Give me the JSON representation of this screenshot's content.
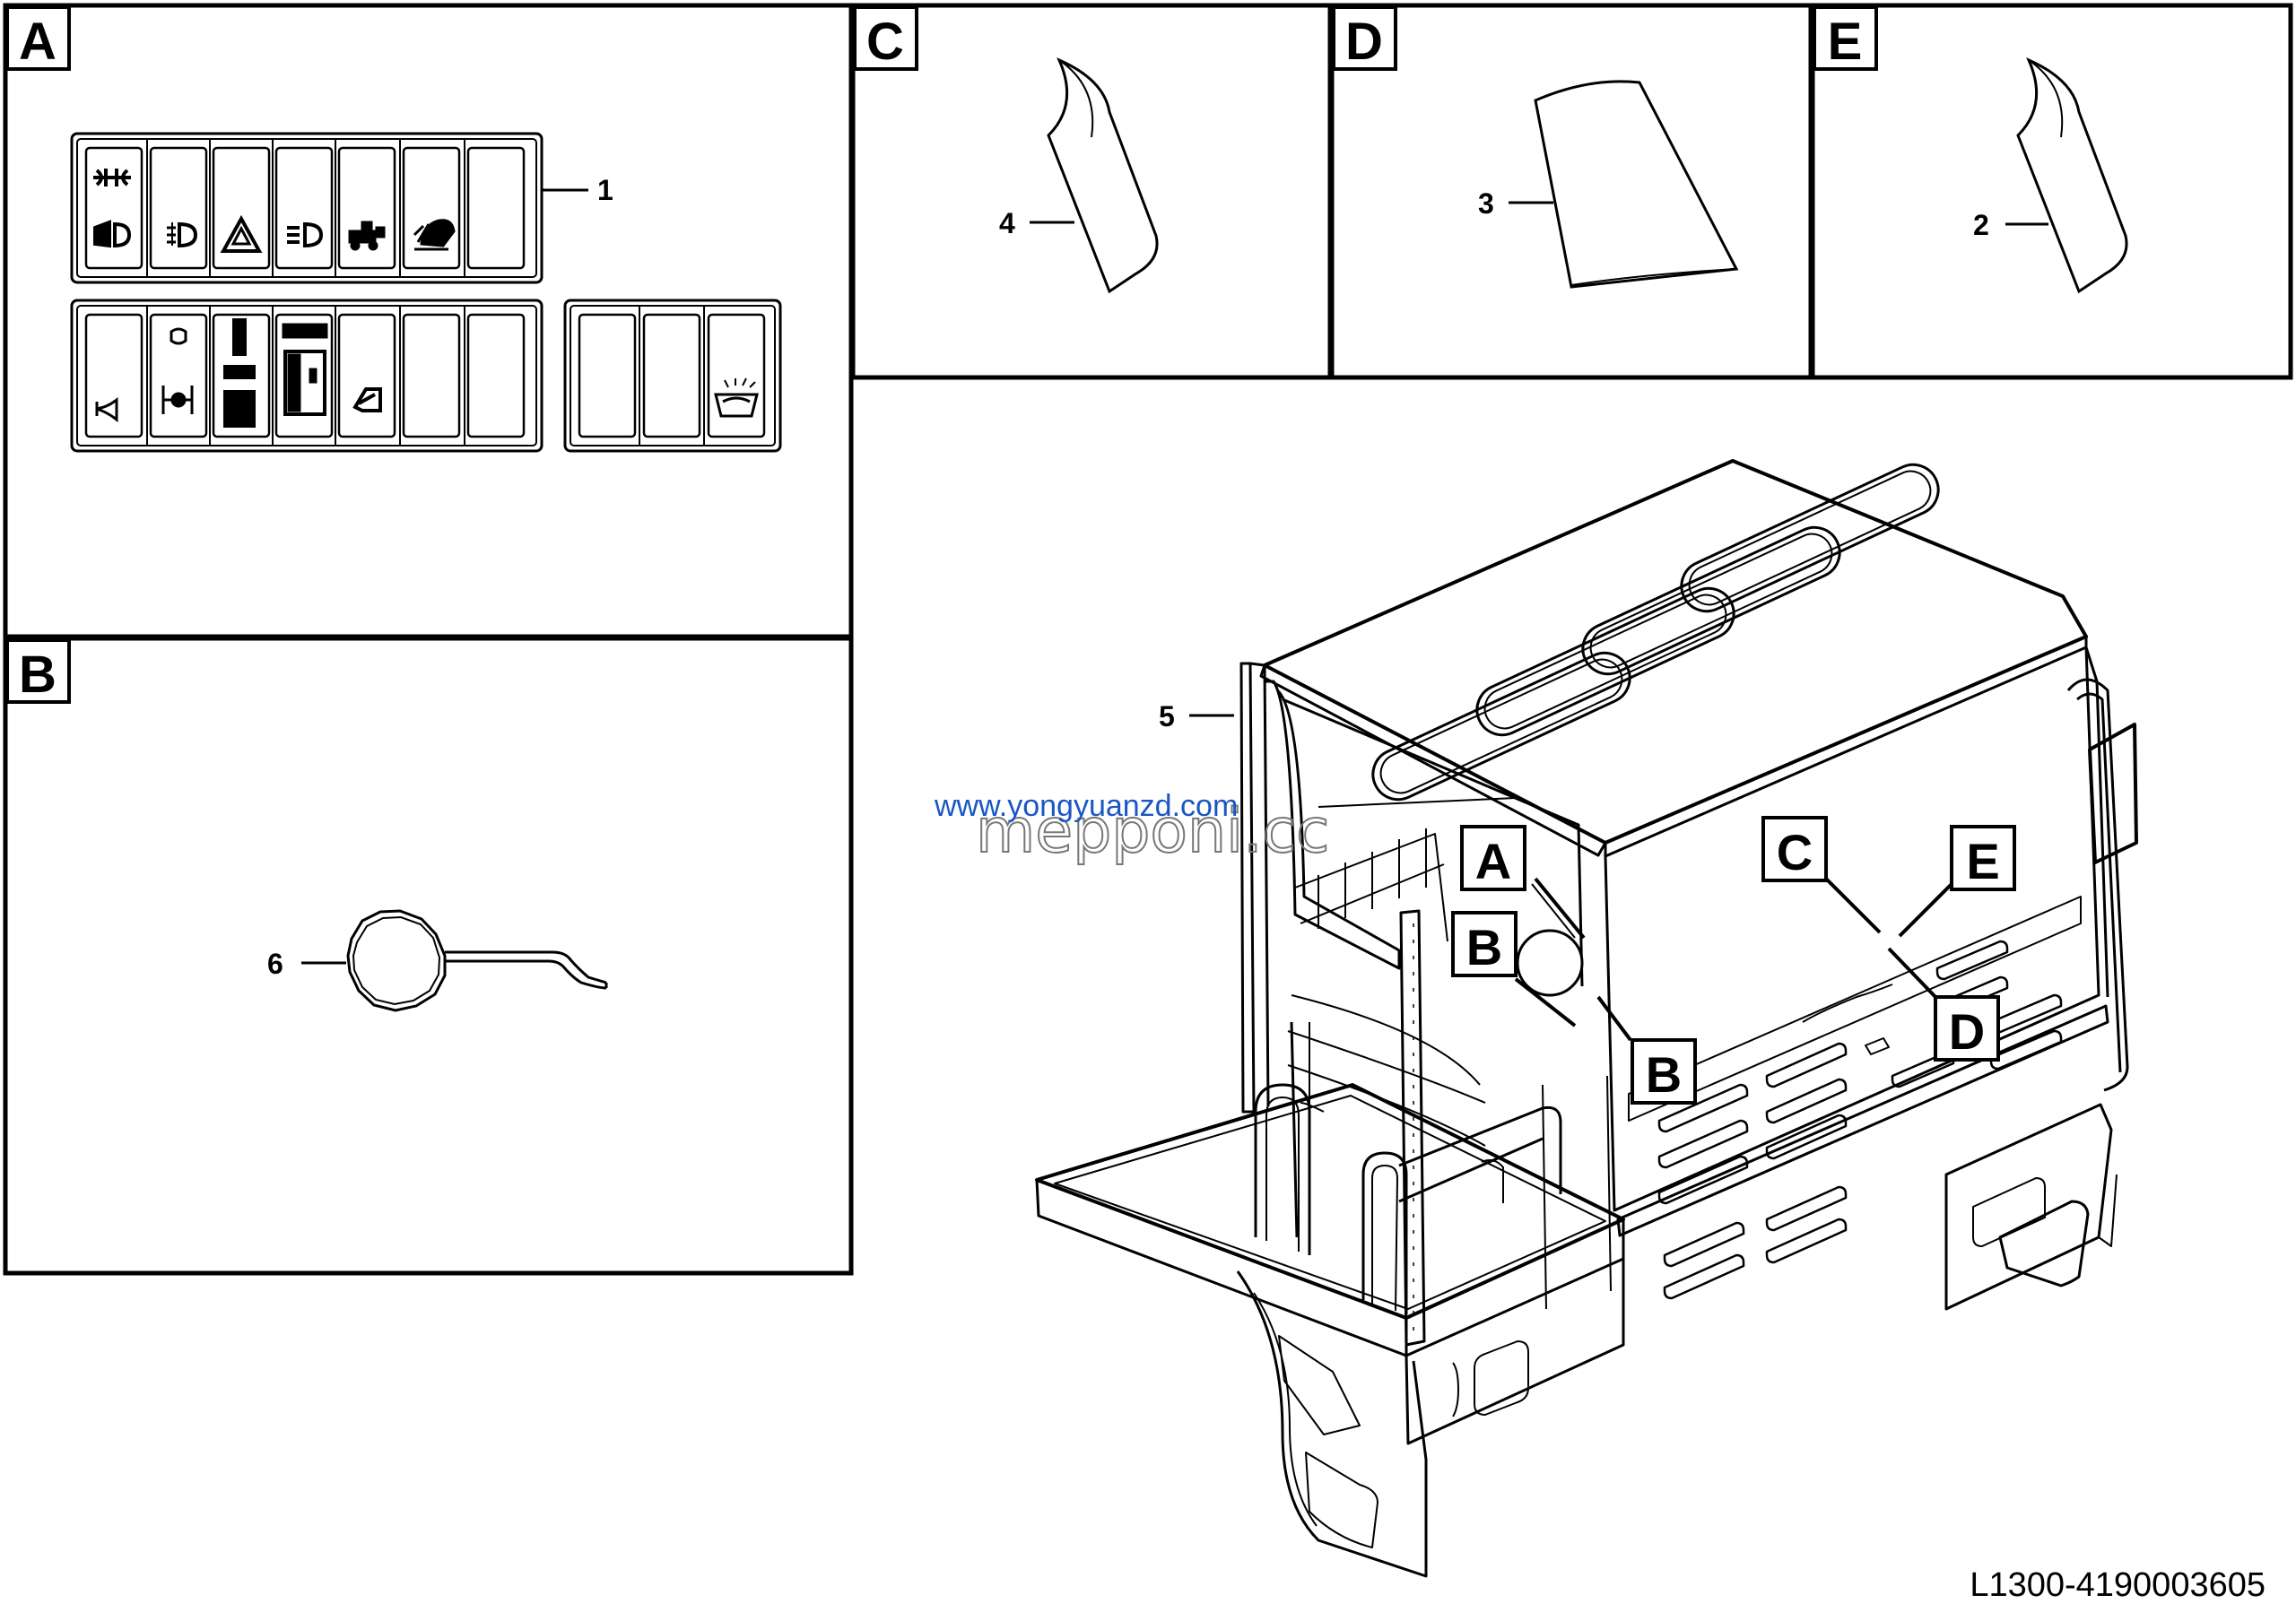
{
  "panels": {
    "A": {
      "label": "A"
    },
    "B": {
      "label": "B"
    },
    "C": {
      "label": "C"
    },
    "D": {
      "label": "D"
    },
    "E": {
      "label": "E"
    }
  },
  "callouts": {
    "c1": "1",
    "c2": "2",
    "c3": "3",
    "c4": "4",
    "c5": "5",
    "c6": "6"
  },
  "location_flags": {
    "A": "A",
    "B1": "B",
    "B2": "B",
    "C": "C",
    "D": "D",
    "E": "E"
  },
  "icons": {
    "switch_panel_1": [
      "high-beam-icon",
      "low-beam-icon",
      "front-fog-light-icon",
      "hazard-warning-icon",
      "headlight-icon",
      "work-light-icon",
      "beacon-light-icon"
    ],
    "switch_panel_2": [
      "horn-icon",
      "differential-lock-icon",
      "engine-icon",
      "cab-tilt-icon",
      "wiper-icon"
    ],
    "switch_panel_3": [
      "windscreen-washer-icon"
    ]
  },
  "watermark": {
    "line1": "www.yongyuanzd.com",
    "line2": "mepponi.cc"
  },
  "drawing_code": "L1300-4190003605"
}
